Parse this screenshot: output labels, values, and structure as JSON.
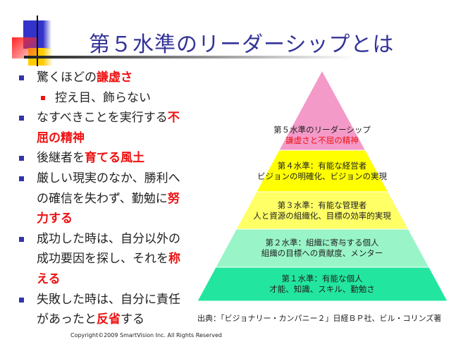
{
  "title": "第５水準のリーダーシップとは",
  "bullets": [
    {
      "level": 1,
      "lines": [
        [
          {
            "t": "驚くほどの"
          },
          {
            "t": "謙虚さ",
            "hl": true
          }
        ]
      ]
    },
    {
      "level": 2,
      "lines": [
        [
          {
            "t": "控え目、飾らない"
          }
        ]
      ]
    },
    {
      "level": 1,
      "lines": [
        [
          {
            "t": "なすべきことを実行する"
          },
          {
            "t": "不",
            "hl": true
          }
        ],
        [
          {
            "t": "屈の精神",
            "hl": true
          }
        ]
      ]
    },
    {
      "level": 1,
      "lines": [
        [
          {
            "t": "後継者を"
          },
          {
            "t": "育てる風土",
            "hl": true
          }
        ]
      ]
    },
    {
      "level": 1,
      "lines": [
        [
          {
            "t": "厳しい現実のなか、勝利へ"
          }
        ],
        [
          {
            "t": "の確信を失わず、勤勉に"
          },
          {
            "t": "努",
            "hl": true
          }
        ],
        [
          {
            "t": "力する",
            "hl": true
          }
        ]
      ]
    },
    {
      "level": 1,
      "lines": [
        [
          {
            "t": "成功した時は、自分以外の"
          }
        ],
        [
          {
            "t": "成功要因を探し、それを"
          },
          {
            "t": "称",
            "hl": true
          }
        ],
        [
          {
            "t": "える",
            "hl": true
          }
        ]
      ]
    },
    {
      "level": 1,
      "lines": [
        [
          {
            "t": "失敗した時は、自分に責任"
          }
        ],
        [
          {
            "t": "があったと"
          },
          {
            "t": "反省",
            "hl": true
          },
          {
            "t": "する"
          }
        ]
      ]
    }
  ],
  "pyramid": {
    "levels": [
      {
        "line1": "第５水準のリーダーシップ",
        "line2": "謙虚さと不屈の精神",
        "color": "#f49ac9",
        "line2_color": "#ee1111"
      },
      {
        "line1": "第４水準：有能な経営者",
        "line2": "ビジョンの明確化、ビジョンの実現",
        "color": "#ffff00"
      },
      {
        "line1": "第３水準：有能な管理者",
        "line2": "人と資源の組織化、目標の効率的実現",
        "color": "#ffff66"
      },
      {
        "line1": "第２水準：組織に寄与する個人",
        "line2": "組織の目標への貢献度、メンター",
        "color": "#99f5c8"
      },
      {
        "line1": "第１水準：有能な個人",
        "line2": "才能、知識、スキル、勤勉さ",
        "color": "#22e6a0"
      }
    ]
  },
  "source": "出典：「ビジョナリー・カンパニー２」日経ＢＰ社、ビル・コリンズ著",
  "copyright": "Copyright©2009 SmartVision Inc. All Rights Reserved"
}
